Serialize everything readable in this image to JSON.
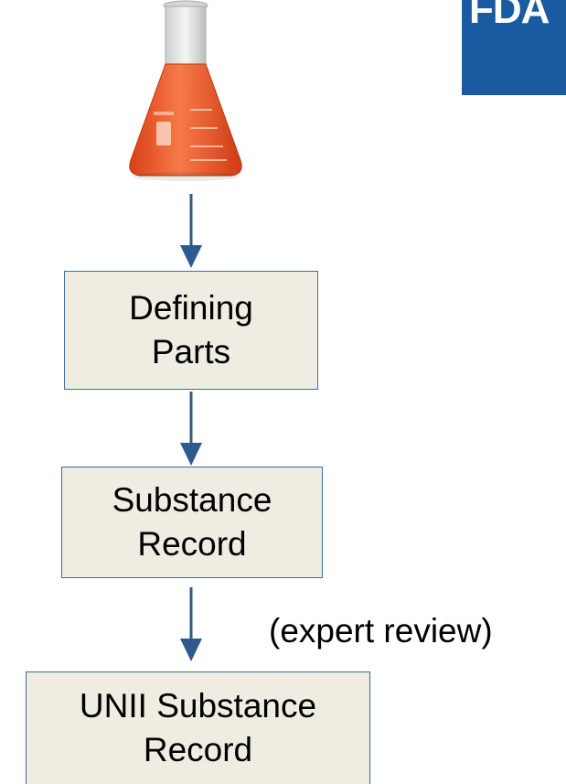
{
  "logo": {
    "text": "FDA",
    "color": "#1a5aa0"
  },
  "flask": {
    "icon": "erlenmeyer-flask-icon",
    "liquid_color": "#f0602a"
  },
  "steps": [
    {
      "line1": "Defining",
      "line2": "Parts"
    },
    {
      "line1": "Substance",
      "line2": "Record"
    },
    {
      "line1": "UNII Substance",
      "line2": "Record"
    }
  ],
  "annotation": "(expert review)",
  "colors": {
    "arrow": "#2e5a8e",
    "box_fill": "#efece1",
    "box_border": "#3f6f9f"
  }
}
